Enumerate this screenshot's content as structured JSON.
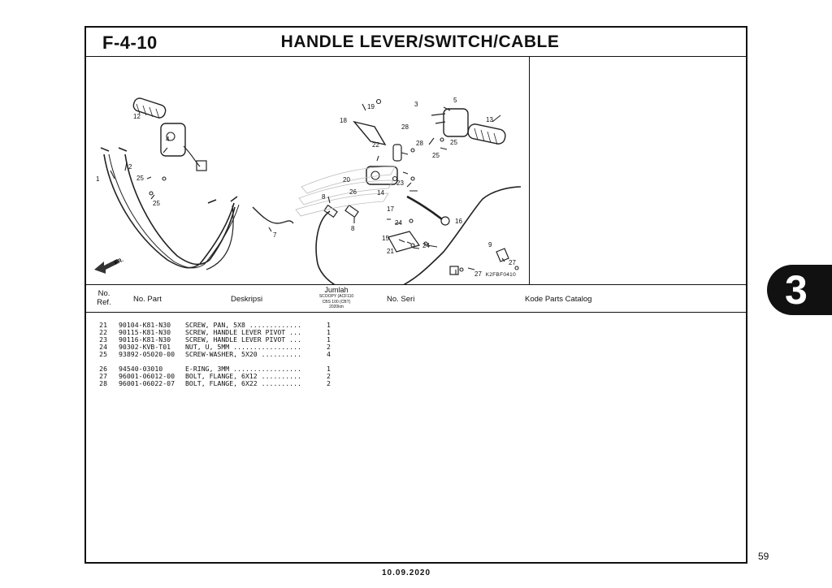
{
  "section_code": "F-4-10",
  "title": "HANDLE LEVER/SWITCH/CABLE",
  "diagram": {
    "image_code": "K2FBF0410",
    "callouts": [
      "1",
      "2",
      "4",
      "5",
      "7",
      "8",
      "8",
      "9",
      "10",
      "12",
      "13",
      "14",
      "15",
      "16",
      "17",
      "18",
      "19",
      "20",
      "21",
      "22",
      "23",
      "24",
      "24",
      "25",
      "25",
      "25",
      "25",
      "26",
      "27",
      "27",
      "28",
      "28",
      "3"
    ]
  },
  "table": {
    "headers": {
      "no_ref": "No. Ref.",
      "no_part": "No. Part",
      "deskripsi": "Deskripsi",
      "jumlah": "Jumlah",
      "jumlah_sub1": "SCOOPY (ACF110",
      "jumlah_sub2": "CBS 100 (CBT)",
      "jumlah_sub3": "2020km",
      "no_seri": "No. Seri",
      "kode": "Kode Parts Catalog"
    },
    "rows": [
      {
        "ref": "21",
        "part": "90104-K81-N30",
        "desc": "SCREW, PAN, 5X8 .............",
        "qty": "1"
      },
      {
        "ref": "22",
        "part": "90115-K81-N30",
        "desc": "SCREW, HANDLE LEVER PIVOT ...",
        "qty": "1"
      },
      {
        "ref": "23",
        "part": "90116-K81-N30",
        "desc": "SCREW, HANDLE LEVER PIVOT ...",
        "qty": "1"
      },
      {
        "ref": "24",
        "part": "90302-KVB-T01",
        "desc": "NUT, U, 5MM .................",
        "qty": "2"
      },
      {
        "ref": "25",
        "part": "93892-05020-00",
        "desc": "SCREW-WASHER, 5X20 ..........",
        "qty": "4"
      }
    ],
    "rows2": [
      {
        "ref": "26",
        "part": "94540-03010",
        "desc": "E-RING, 3MM .................",
        "qty": "1"
      },
      {
        "ref": "27",
        "part": "96001-06012-00",
        "desc": "BOLT, FLANGE, 6X12 ..........",
        "qty": "2"
      },
      {
        "ref": "28",
        "part": "96001-06022-07",
        "desc": "BOLT, FLANGE, 6X22 ..........",
        "qty": "2"
      }
    ]
  },
  "chapter_tab": "3",
  "page_number": "59",
  "date": "10.09.2020",
  "fr_label": "FR."
}
